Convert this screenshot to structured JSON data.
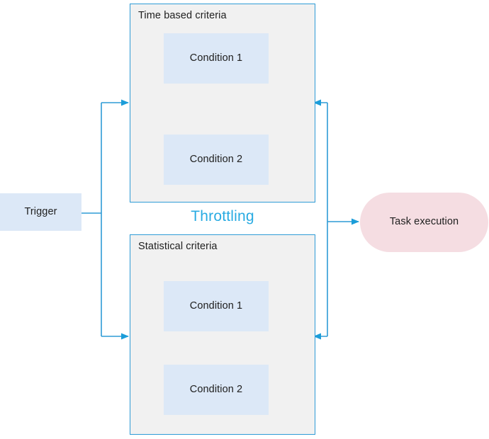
{
  "diagram": {
    "title": "Throttling",
    "caption_color": "#29abe2",
    "connector_color": "#2e9bd6",
    "connector_color_light": "#7ec5e8",
    "group_fill": "#f1f1f1",
    "node_fill_blue": "#dce8f7",
    "node_fill_pink": "#f5dde2",
    "start": {
      "label": "Trigger",
      "shape": "rectangle"
    },
    "end": {
      "label": "Task execution",
      "shape": "rounded-pill"
    },
    "groups": [
      {
        "id": "time",
        "label": "Time based criteria",
        "conditions": [
          {
            "label": "Condition 1"
          },
          {
            "label": "Condition 2"
          }
        ]
      },
      {
        "id": "statistical",
        "label": "Statistical criteria",
        "conditions": [
          {
            "label": "Condition 1"
          },
          {
            "label": "Condition 2"
          }
        ]
      }
    ]
  }
}
